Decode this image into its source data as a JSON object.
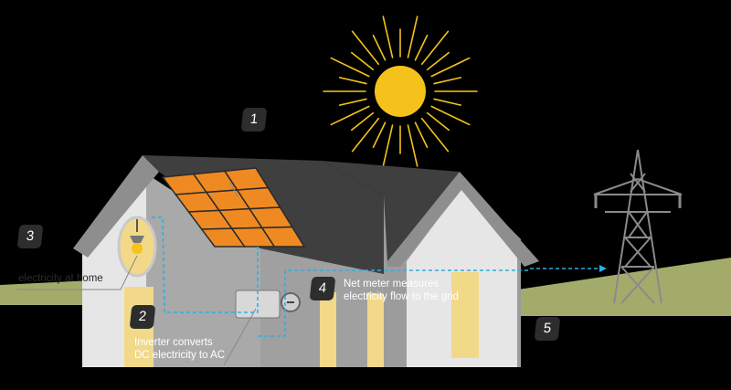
{
  "steps": [
    {
      "number": "1"
    },
    {
      "number": "2",
      "label_line1": "Inverter converts",
      "label_line2": "DC electricity to AC"
    },
    {
      "number": "3",
      "label": "electricity at home"
    },
    {
      "number": "4",
      "label_line1": "Net meter measures",
      "label_line2": "electricity flow to the grid"
    },
    {
      "number": "5"
    }
  ],
  "colors": {
    "sun": "#f5c21b",
    "panel": "#ef8a22",
    "roof": "#3f3f3f",
    "wall_front": "#e6e6e6",
    "wall_side": "#a9a9a9",
    "window": "#f2d98a",
    "ground": "#a3ab6b",
    "wire": "#2bb0e6",
    "tower": "#8a8a8a"
  }
}
